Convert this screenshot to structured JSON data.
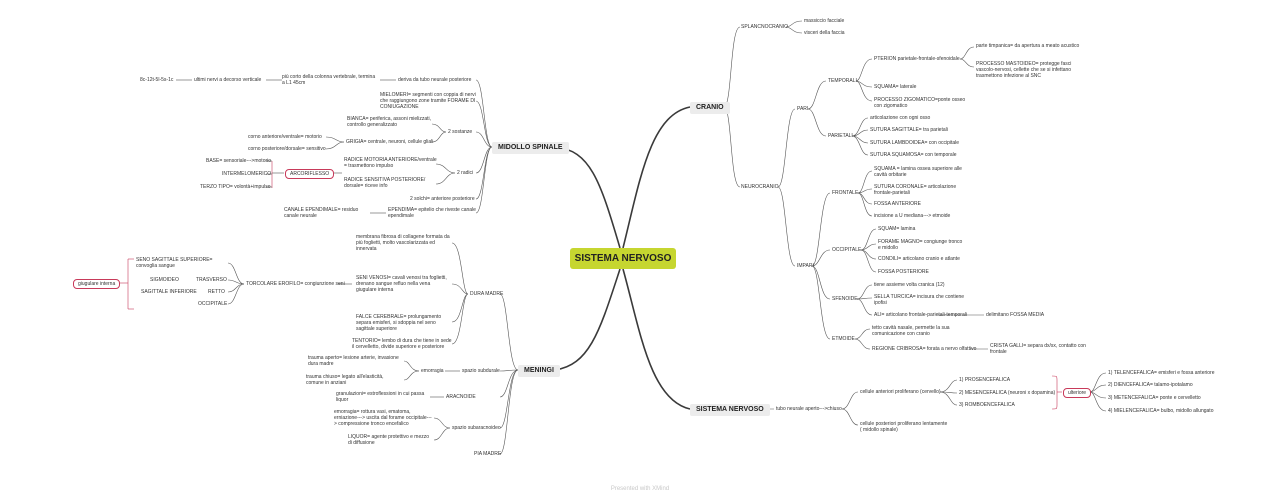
{
  "center": "SISTEMA NERVOSO",
  "footer": "Presented with XMind",
  "midollo": {
    "title": "MIDOLLO SPINALE",
    "deriva": "deriva da tubo neurale posteriore",
    "corto": "più corto della colonna vertebrale, termina a L1 45cm",
    "ultimi": "ultimi nervi a decorso verticale",
    "nervi": "8c-12t-5l-5s-1c",
    "mielomeri": "MIELOMERI= segmenti con coppia di nervi che raggiungono zone tramite FORAME DI CONIUGAZIONE",
    "sostanze": "2 sostanze",
    "bianca": "BIANCA= periferica, assoni mielizzati, controllo generalizzato",
    "grigia": "GRIGIA= centrale, neuroni, cellule gliali",
    "corno_ant": "corno anteriore/ventrale= motorio",
    "corno_post": "corno posteriore/dorsale= sensitivo",
    "radici": "2 radici",
    "radice_mot": "RADICE MOTORIA ANTERIORE/ventrale = trasmettono impulso",
    "radice_sens": "RADICE SENSITIVA POSTERIORE/ dorsale= riceve info",
    "arcoriflesso": "ARCORIFLESSO",
    "base": "BASE= sensoriale--->motorio",
    "intermelomerico": "INTERMELOMERICO",
    "terzo": "TERZO TIPO= volontà+impulso",
    "solchi": "2 solchi= anteriore posteriore",
    "ependima": "EPENDIMA= epitelio che riveste canale ependimale",
    "canale": "CANALE EPENDIMALE= residuo canale neurale"
  },
  "meningi": {
    "title": "MENINGI",
    "dura": "DURA MADRE",
    "membrana": "membrana fibrosa di collagene formata da più foglietti, molto vascolarizzata ed innervata",
    "seni_venosi": "SENI VENOSI= cavali venosi tra foglietti, drenano sangue refluo nella vena giugulare interna",
    "falce": "FALCE CEREBRALE= prolungamento separa emisferi, si sdoppia nel seno sagittale superiore",
    "tentorio": "TENTORIO= lembo di dura che tiene in sede il cervelletto, divide superiore e posteriore",
    "torcolare": "TORCOLARE EROFILO= congiunzione seni",
    "seno_sup": "SENO SAGITTALE SUPERIORE= convoglia sangue",
    "sigmoideo": "SIGMOIDEO",
    "trasverso": "TRASVERSO",
    "seno_inf": "SAGITTALE INFERIORE",
    "retto": "RETTO",
    "occipitale": "OCCIPITALE",
    "giugulare": "giugulare interna",
    "subdurale": "spazio subdurale",
    "emorragia": "emorragia",
    "trauma_aperto": "trauma aperto= lesione arterie, invasione dura madre",
    "trauma_chiuso": "trauma chiuso= legato all'elasticità, comune in anziani",
    "aracnoide": "ARACNOIDE",
    "granulazioni": "granulazioni= estroflessioni in cui passa liquor",
    "subaracnoideo": "spazio subaracnoideo",
    "emorragia_sub": "emorragia= rottura vasi, ematoma, erniazione---> uscita dal forame occipitale---> compressione tronco encefalico",
    "liquor": "LIQUOR= agente protettivo e mezzo di diffusione",
    "pia": "PIA MADRE"
  },
  "cranio": {
    "title": "CRANIO",
    "splancnocranio": "SPLANCNOCRANIO",
    "massiccio": "massiccio facciale",
    "visceri": "visceri della faccia",
    "neurocranio": "NEUROCRANIO",
    "pari": "PARI",
    "temporali": "TEMPORALI",
    "pterion": "PTERION parietale-frontale-sfenoidale",
    "parte_timp": "parte timpanica= da apertura a meato acustico",
    "mastoideo": "PROCESSO MASTOIDEO= protegge fasci vascolo-nervosi, cellette che se si infettano trasmettono infezione al SNC",
    "squama_lat": "SQUAMA= laterale",
    "zigomatico": "PROCESSO ZIGOMATICO=ponte osseo con zigomatico",
    "parietali": "PARIETALI",
    "articolazione": "articolazione con ogni osso",
    "sagittale": "SUTURA SAGITTALE= tra parietali",
    "lambdoidea": "SUTURA LAMBDOIDEA= con occipitale",
    "squamosa": "SUTURA SQUAMOSA= con temporale",
    "impari": "IMPARI",
    "frontale": "FRONTALE",
    "squama_front": "SQUAMA = lamina ossea superiore alle cavità orbitarie",
    "coronale": "SUTURA CORONALE= articolazione frontale-parietali",
    "fossa_ant": "FOSSA ANTERIORE",
    "incisione": "incisione a U mediana---> etmoide",
    "occipitale_b": "OCCIPITALE",
    "squam_lamina": "SQUAM= lamina",
    "forame_magno": "FORAME MAGNO= congiunge tronco e midollo",
    "condili": "CONDILI= articolano cranio e atlante",
    "fossa_post": "FOSSA POSTERIORE",
    "sfenoide": "SFENOIDE",
    "tiene": "tiene assieme volta cranica (12)",
    "sella": "SELLA TURCICA= incisura che contiene ipofisi",
    "ali": "ALI= articolano frontale-parietali-temporali",
    "delimitano": "delimitano FOSSA MEDIA",
    "etmoide": "ETMOIDE",
    "tetto": "tetto cavità nasale, permette la sua comunicazione con cranio",
    "cribrosa": "REGIONE CRIBROSA= forata a nervo olfattivo",
    "crista": "CRISTA GALLI= separa dx/sx, contatto con frontale"
  },
  "sn": {
    "title": "SISTEMA NERVOSO",
    "tubo": "tubo neurale aperto--->chiuso",
    "anteriori": "cellule anteriori proliferano (cervello)",
    "posteriori": "cellule posteriori proliferano lentamente ( midollo spinale)",
    "prosencefalica": "1) PROSENCEFALICA",
    "mesencefalica": "2) MESENCEFALICA (neuroni x dopamina)",
    "rombo": "3) ROMBOENCEFALICA",
    "ulteriore": "ulteriore",
    "telencefalica": "1) TELENCEFALICA= emisferi e fossa anteriore",
    "diencefalica": "2) DIENCEFALICA= talamo-ipotalamo",
    "metencefalica": "3) METENCEFALICA= ponte e cervelletto",
    "mielencefalica": "4) MIELENCEFALICA= bulbo, midollo allungato"
  }
}
